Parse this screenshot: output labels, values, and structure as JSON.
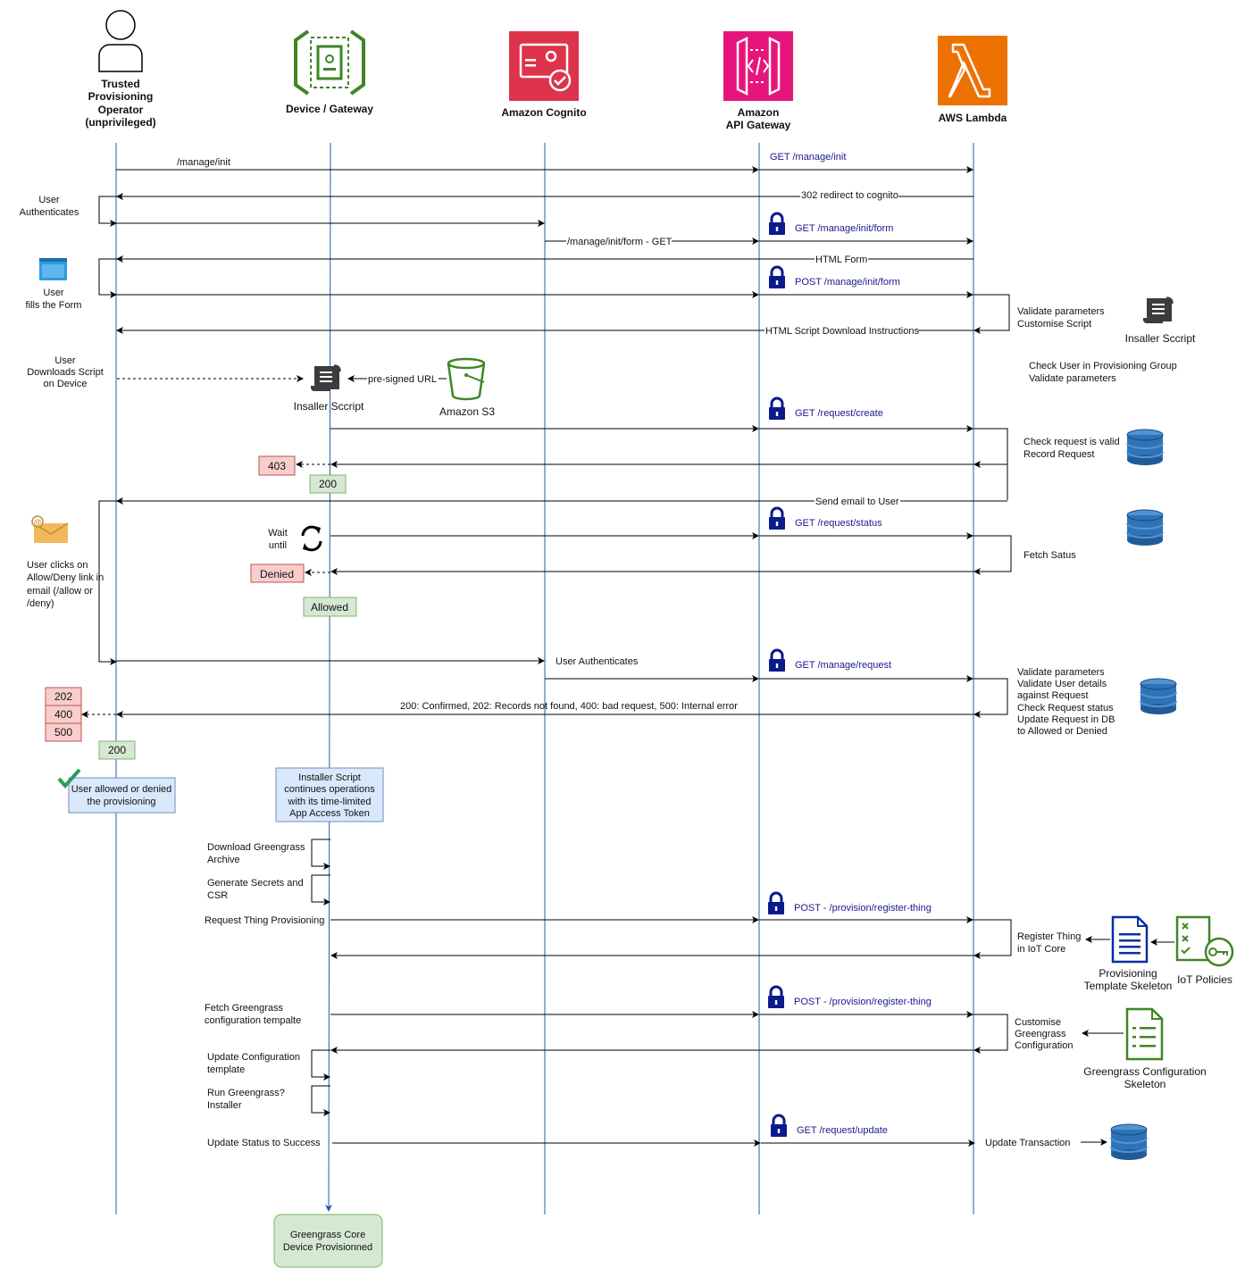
{
  "actors": {
    "operator": "Trusted\nProvisioning\nOperator\n(unprivileged)",
    "device": "Device / Gateway",
    "cognito": "Amazon Cognito",
    "apigw": "Amazon\nAPI Gateway",
    "lambda": "AWS Lambda"
  },
  "messages": {
    "m1": "/manage/init",
    "m1b": "GET /manage/init",
    "m2": "302 redirect to cognito",
    "m3": "/manage/init/form - GET",
    "m3b": "GET /manage/init/form",
    "m4": "HTML Form",
    "m5": "POST /manage/init/form",
    "m6": "HTML Script Download Instructions",
    "m7": "pre-signed URL",
    "m8": "GET /request/create",
    "m9": "Send email to User",
    "m10": "GET /request/status",
    "m11": "User Authenticates",
    "m12": "GET /manage/request",
    "m13": "200: Confirmed, 202: Records not found, 400:  bad request, 500: Internal error",
    "m14": "POST - /provision/register-thing",
    "m15": "POST - /provision/register-thing",
    "m16": "GET /request/update"
  },
  "notes": {
    "user_auth": "User\nAuthenticates",
    "user_fills": "User\nfills the Form",
    "user_downloads": "User\nDownloads Script\non Device",
    "user_clicks": "User clicks on\nAllow/Deny link in\nemail (/allow or\n/deny)",
    "validate1": "Validate parameters\nCustomise Script",
    "installer_script_right": "Insaller Sccript",
    "check_user": "Check User in Provisioning Group\nValidate parameters",
    "installer_script": "Insaller Sccript",
    "s3": "Amazon S3",
    "check_request": "Check request is valid\nRecord Request",
    "wait_until": "Wait\nuntil",
    "fetch_status": "Fetch Satus",
    "validate2": "Validate parameters\nValidate User details\nagainst Request\nCheck Request status\nUpdate Request in DB\nto Allowed or Denied",
    "user_allowed": "User allowed or denied\nthe provisioning",
    "installer_continues": "Installer Script\ncontinues operations\nwith its time-limited\nApp Access Token",
    "download_gg": "Download Greengrass\nArchive",
    "gen_secrets": "Generate Secrets and\nCSR",
    "req_thing": "Request Thing Provisioning",
    "register_thing": "Register Thing\nin IoT Core",
    "prov_template": "Provisioning\nTemplate Skeleton",
    "iot_policies": "IoT Policies",
    "fetch_gg": "Fetch Greengrass\nconfiguration tempalte",
    "customise_gg": "Customise\nGreengrass\nConfiguration",
    "gg_skeleton": "Greengrass Configuration\nSkeleton",
    "update_config": "Update Configuration\ntemplate",
    "run_gg": "Run Greengrass?\nInstaller",
    "update_status": "Update Status to Success",
    "update_transaction": "Update Transaction",
    "gg_core": "Greengrass Core\nDevice Provisionned"
  },
  "badges": {
    "b403": "403",
    "b200a": "200",
    "denied": "Denied",
    "allowed": "Allowed",
    "b202": "202",
    "b400": "400",
    "b500": "500",
    "b200b": "200"
  },
  "colors": {
    "lifeline": "#1f5fa8",
    "cognito_red": "#dd344c",
    "apigw_pink": "#e7157b",
    "lambda_orange": "#ed7100",
    "device_green": "#3f8624",
    "lock_navy": "#0b1a8c",
    "error_fill": "#f8cecc",
    "ok_fill": "#d5e8d4",
    "note_blue": "#dae8fc"
  },
  "icons": [
    "user-icon",
    "device-gateway-icon",
    "cognito-icon",
    "api-gateway-icon",
    "lambda-icon",
    "lock-icon",
    "browser-window-icon",
    "script-icon",
    "s3-bucket-icon",
    "dynamodb-icon",
    "email-icon",
    "sync-icon",
    "checkmark-icon",
    "document-icon",
    "iot-policies-icon",
    "config-file-icon"
  ]
}
